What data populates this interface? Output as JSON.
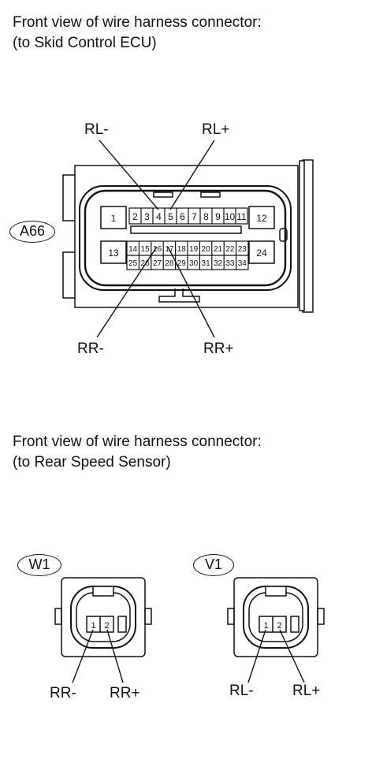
{
  "section1": {
    "title_line1": "Front view of wire harness connector:",
    "title_line2": "(to Skid Control ECU)"
  },
  "section2": {
    "title_line1": "Front view of wire harness connector:",
    "title_line2": "(to Rear Speed Sensor)"
  },
  "ecu_connector": {
    "code": "A66",
    "left_top_pin": "1",
    "left_bottom_pin": "13",
    "right_top_pin": "12",
    "right_bottom_pin": "24",
    "top_row_pins": [
      "2",
      "3",
      "4",
      "5",
      "6",
      "7",
      "8",
      "9",
      "10",
      "11"
    ],
    "mid_upper_pins": [
      "14",
      "15",
      "16",
      "17",
      "18",
      "19",
      "20",
      "21",
      "22",
      "23"
    ],
    "mid_lower_pins": [
      "25",
      "26",
      "27",
      "28",
      "29",
      "30",
      "31",
      "32",
      "33",
      "34"
    ],
    "callouts": {
      "rl_minus": "RL-",
      "rl_plus": "RL+",
      "rr_minus": "RR-",
      "rr_plus": "RR+"
    }
  },
  "sensor_connectors": [
    {
      "code": "W1",
      "pin1": "1",
      "pin2": "2",
      "left_label": "RR-",
      "right_label": "RR+"
    },
    {
      "code": "V1",
      "pin1": "1",
      "pin2": "2",
      "left_label": "RL-",
      "right_label": "RL+"
    }
  ]
}
